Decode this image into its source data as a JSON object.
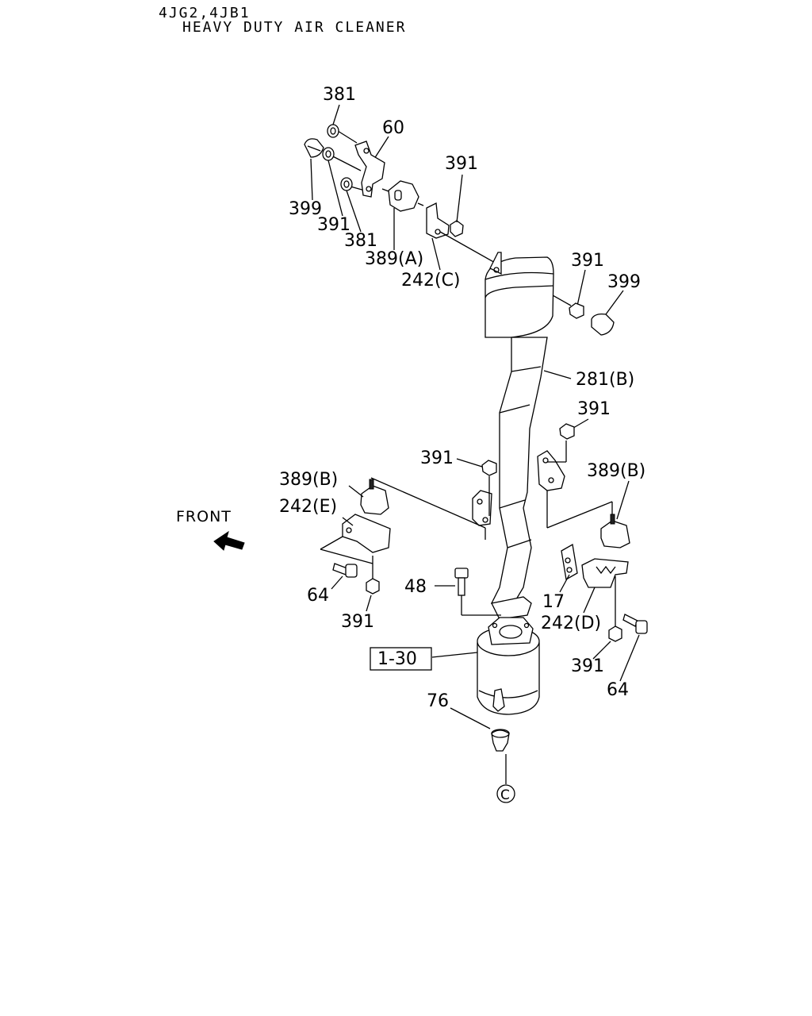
{
  "header": {
    "model": "4JG2,4JB1",
    "title": "HEAVY DUTY AIR CLEANER"
  },
  "front_label": "FRONT",
  "callouts": {
    "c381_top": "381",
    "c60": "60",
    "c391_top": "391",
    "c399_left": "399",
    "c391_left": "391",
    "c381_left": "381",
    "c389A": "389(A)",
    "c242C": "242(C)",
    "c391_right": "391",
    "c399_right": "399",
    "c281B": "281(B)",
    "c391_mid_r": "391",
    "c391_mid_l": "391",
    "c389B_left": "389(B)",
    "c242E": "242(E)",
    "c389B_right": "389(B)",
    "c48": "48",
    "c64_left": "64",
    "c391_low_l": "391",
    "c17": "17",
    "c242D": "242(D)",
    "c130": "1-30",
    "c391_low_r": "391",
    "c64_right": "64",
    "c76": "76",
    "cC": "C"
  }
}
